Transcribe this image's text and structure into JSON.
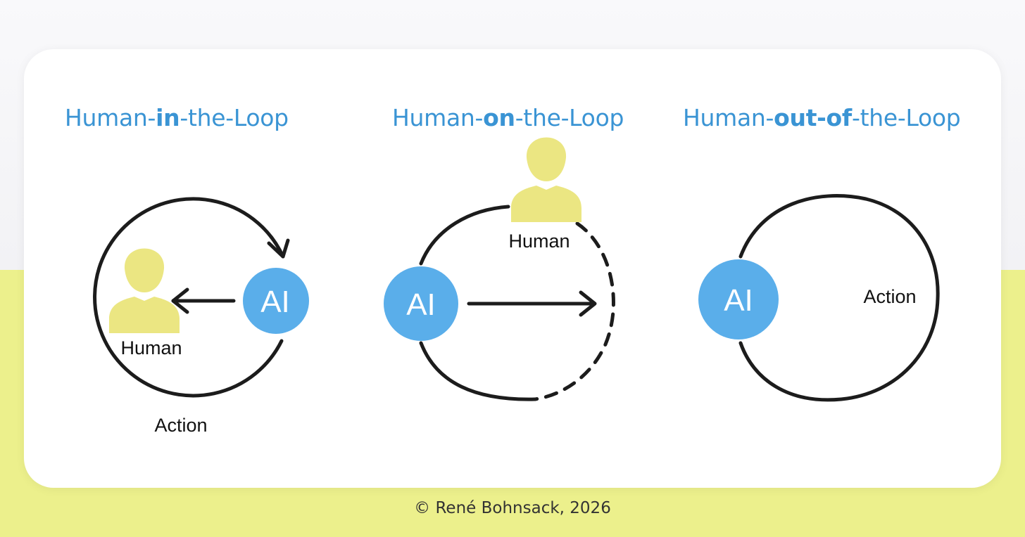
{
  "colors": {
    "title": "#3a94d4",
    "ai_node": "#5aaeea",
    "human_icon": "#ebe682",
    "page_band": "#ecf08c",
    "card": "#ffffff",
    "stroke": "#1c1c1c"
  },
  "panels": [
    {
      "title_prefix": "Human-",
      "title_bold": "in",
      "title_suffix": "-the-Loop",
      "ai_label": "AI",
      "human_label": "Human",
      "action_label": "Action"
    },
    {
      "title_prefix": "Human-",
      "title_bold": "on",
      "title_suffix": "-the-Loop",
      "ai_label": "AI",
      "human_label": "Human"
    },
    {
      "title_prefix": "Human-",
      "title_bold": "out-of",
      "title_suffix": "-the-Loop",
      "ai_label": "AI",
      "action_label": "Action"
    }
  ],
  "footer": {
    "credit": "© René Bohnsack, 2026"
  }
}
